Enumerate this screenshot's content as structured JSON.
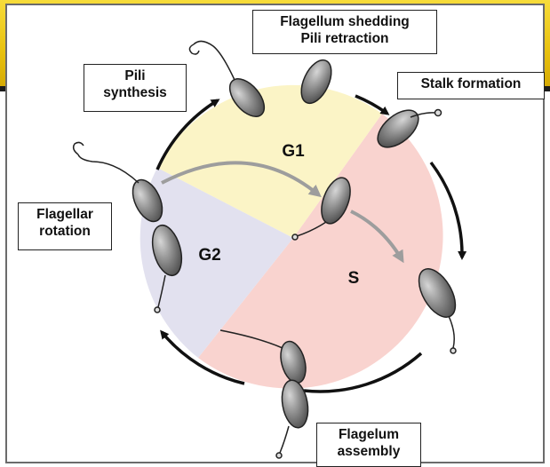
{
  "phases": {
    "g1": "G1",
    "s": "S",
    "g2": "G2"
  },
  "labels": {
    "flagellum_shedding": [
      "Flagellum shedding",
      "Pili retraction"
    ],
    "stalk_formation": [
      "Stalk formation"
    ],
    "pili_synthesis": [
      "Pili",
      "synthesis"
    ],
    "flagellar_rotation": [
      "Flagellar",
      "rotation"
    ],
    "flagelum_assembly": [
      "Flagelum",
      "assembly"
    ]
  },
  "colors": {
    "g1_sector": "#fbf4c6",
    "s_sector": "#f9d3cf",
    "g2_sector": "#e2e1ef",
    "cell_fill": "#7c7c7c",
    "arrow_black": "#111111",
    "arrow_gray": "#9d9d9d",
    "banner": "#e8c10e"
  }
}
